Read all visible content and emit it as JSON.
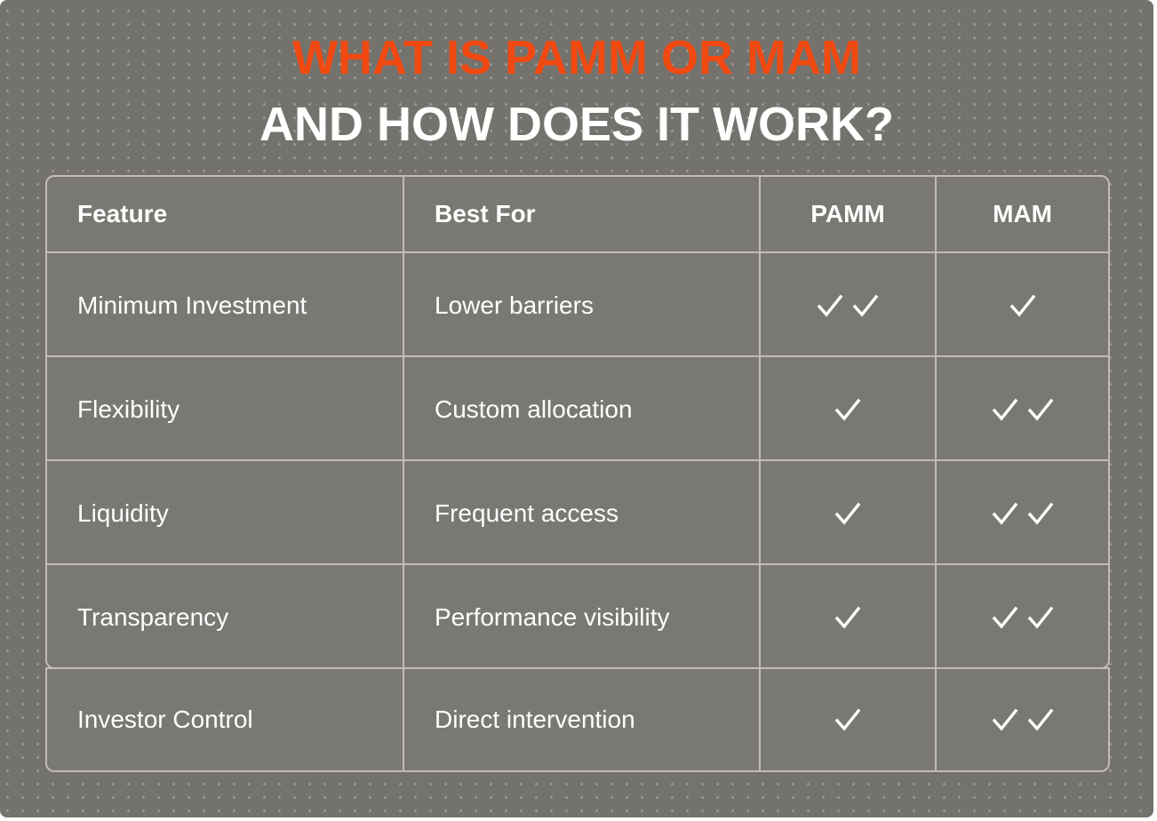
{
  "title": {
    "line1": "WHAT IS PAMM OR MAM",
    "line2": "AND HOW DOES IT WORK?",
    "accent_color": "#f04a12"
  },
  "table": {
    "headers": [
      "Feature",
      "Best For",
      "PAMM",
      "MAM"
    ],
    "rows": [
      {
        "feature": "Minimum Investment",
        "best_for": "Lower barriers",
        "pamm_checks": 2,
        "mam_checks": 1
      },
      {
        "feature": "Flexibility",
        "best_for": "Custom allocation",
        "pamm_checks": 1,
        "mam_checks": 2
      },
      {
        "feature": "Liquidity",
        "best_for": "Frequent access",
        "pamm_checks": 1,
        "mam_checks": 2
      },
      {
        "feature": "Transparency",
        "best_for": "Performance visibility",
        "pamm_checks": 1,
        "mam_checks": 2
      },
      {
        "feature": "Investor Control",
        "best_for": "Direct intervention",
        "pamm_checks": 1,
        "mam_checks": 2
      }
    ],
    "check_icon": "checkmark-icon"
  },
  "colors": {
    "background": "#74726d",
    "cell": "#7a7873",
    "grid_line": "#c2baba",
    "text": "#ffffff"
  }
}
